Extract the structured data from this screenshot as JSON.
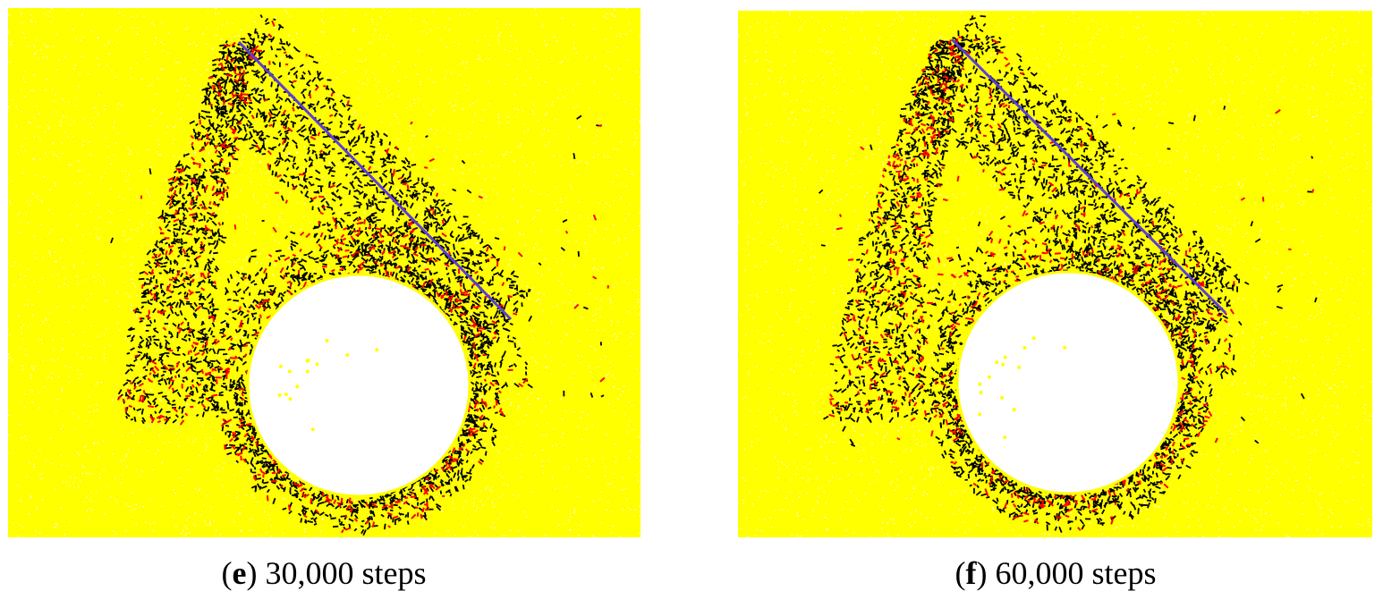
{
  "panels": [
    {
      "id": "e",
      "letter": "e",
      "caption_text": " 30,000 steps",
      "colors": {
        "background": "#ffff00",
        "speckle": "#ffffff",
        "cavity": "#ffffff",
        "crack_shear": "#000000",
        "crack_tensile": "#ff0000",
        "slip_line": "#5a3fd6"
      }
    },
    {
      "id": "f",
      "letter": "f",
      "caption_text": " 60,000 steps",
      "colors": {
        "background": "#ffff00",
        "speckle": "#ffffff",
        "cavity": "#ffffff",
        "crack_shear": "#000000",
        "crack_tensile": "#ff0000",
        "slip_line": "#5a3fd6"
      }
    }
  ]
}
